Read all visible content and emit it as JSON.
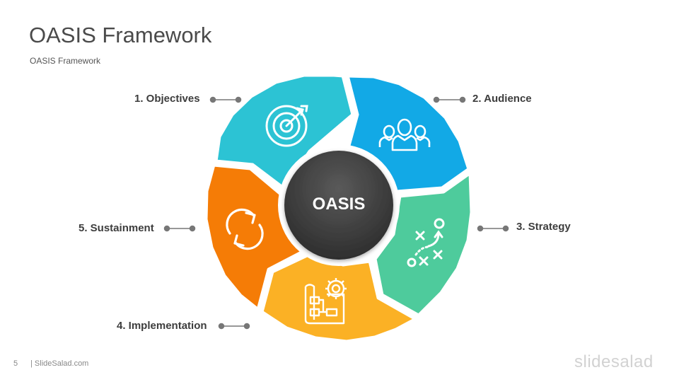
{
  "slide": {
    "title": "OASIS Framework",
    "subtitle": "OASIS  Framework",
    "page_number": "5",
    "site": "| SlideSalad.com",
    "brand": "slidesalad"
  },
  "center": {
    "label": "OASIS"
  },
  "segments": [
    {
      "label": "1. Objectives",
      "color": "#2cc3d4",
      "icon": "target-icon"
    },
    {
      "label": "2. Audience",
      "color": "#12a9e6",
      "icon": "users-icon"
    },
    {
      "label": "3. Strategy",
      "color": "#4ecb9c",
      "icon": "strategy-play-icon"
    },
    {
      "label": "4. Implementation",
      "color": "#fbb125",
      "icon": "blueprint-gear-icon"
    },
    {
      "label": "5. Sustainment",
      "color": "#f57c06",
      "icon": "refresh-cycle-icon"
    }
  ]
}
